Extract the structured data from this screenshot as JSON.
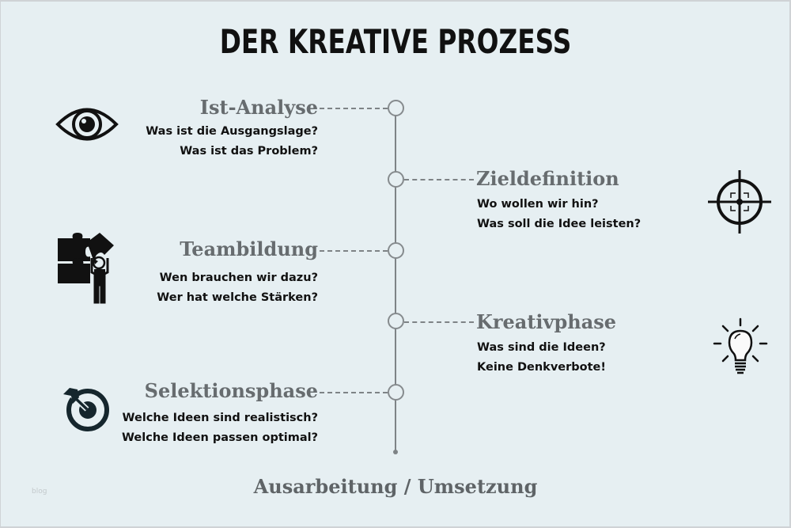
{
  "title": "DER KREATIVE PROZESS",
  "colors": {
    "background": "#e6eff2",
    "heading": "#676c6f",
    "body_text": "#111111",
    "timeline": "#7e8386"
  },
  "steps": [
    {
      "heading": "Ist-Analyse",
      "side": "left",
      "icon": "eye-icon",
      "lines": [
        "Was ist die Ausgangslage?",
        "Was ist das Problem?"
      ]
    },
    {
      "heading": "Zieldefinition",
      "side": "right",
      "icon": "crosshair-icon",
      "lines": [
        "Wo wollen wir hin?",
        "Was soll die Idee leisten?"
      ]
    },
    {
      "heading": "Teambildung",
      "side": "left",
      "icon": "puzzle-person-icon",
      "lines": [
        "Wen brauchen wir dazu?",
        "Wer hat welche Stärken?"
      ]
    },
    {
      "heading": "Kreativphase",
      "side": "right",
      "icon": "lightbulb-icon",
      "lines": [
        "Was sind die Ideen?",
        "Keine Denkverbote!"
      ]
    },
    {
      "heading": "Selektionsphase",
      "side": "left",
      "icon": "target-arrow-icon",
      "lines": [
        "Welche Ideen sind realistisch?",
        "Welche Ideen passen optimal?"
      ]
    }
  ],
  "final_step": "Ausarbeitung / Umsetzung",
  "watermark": "blog"
}
